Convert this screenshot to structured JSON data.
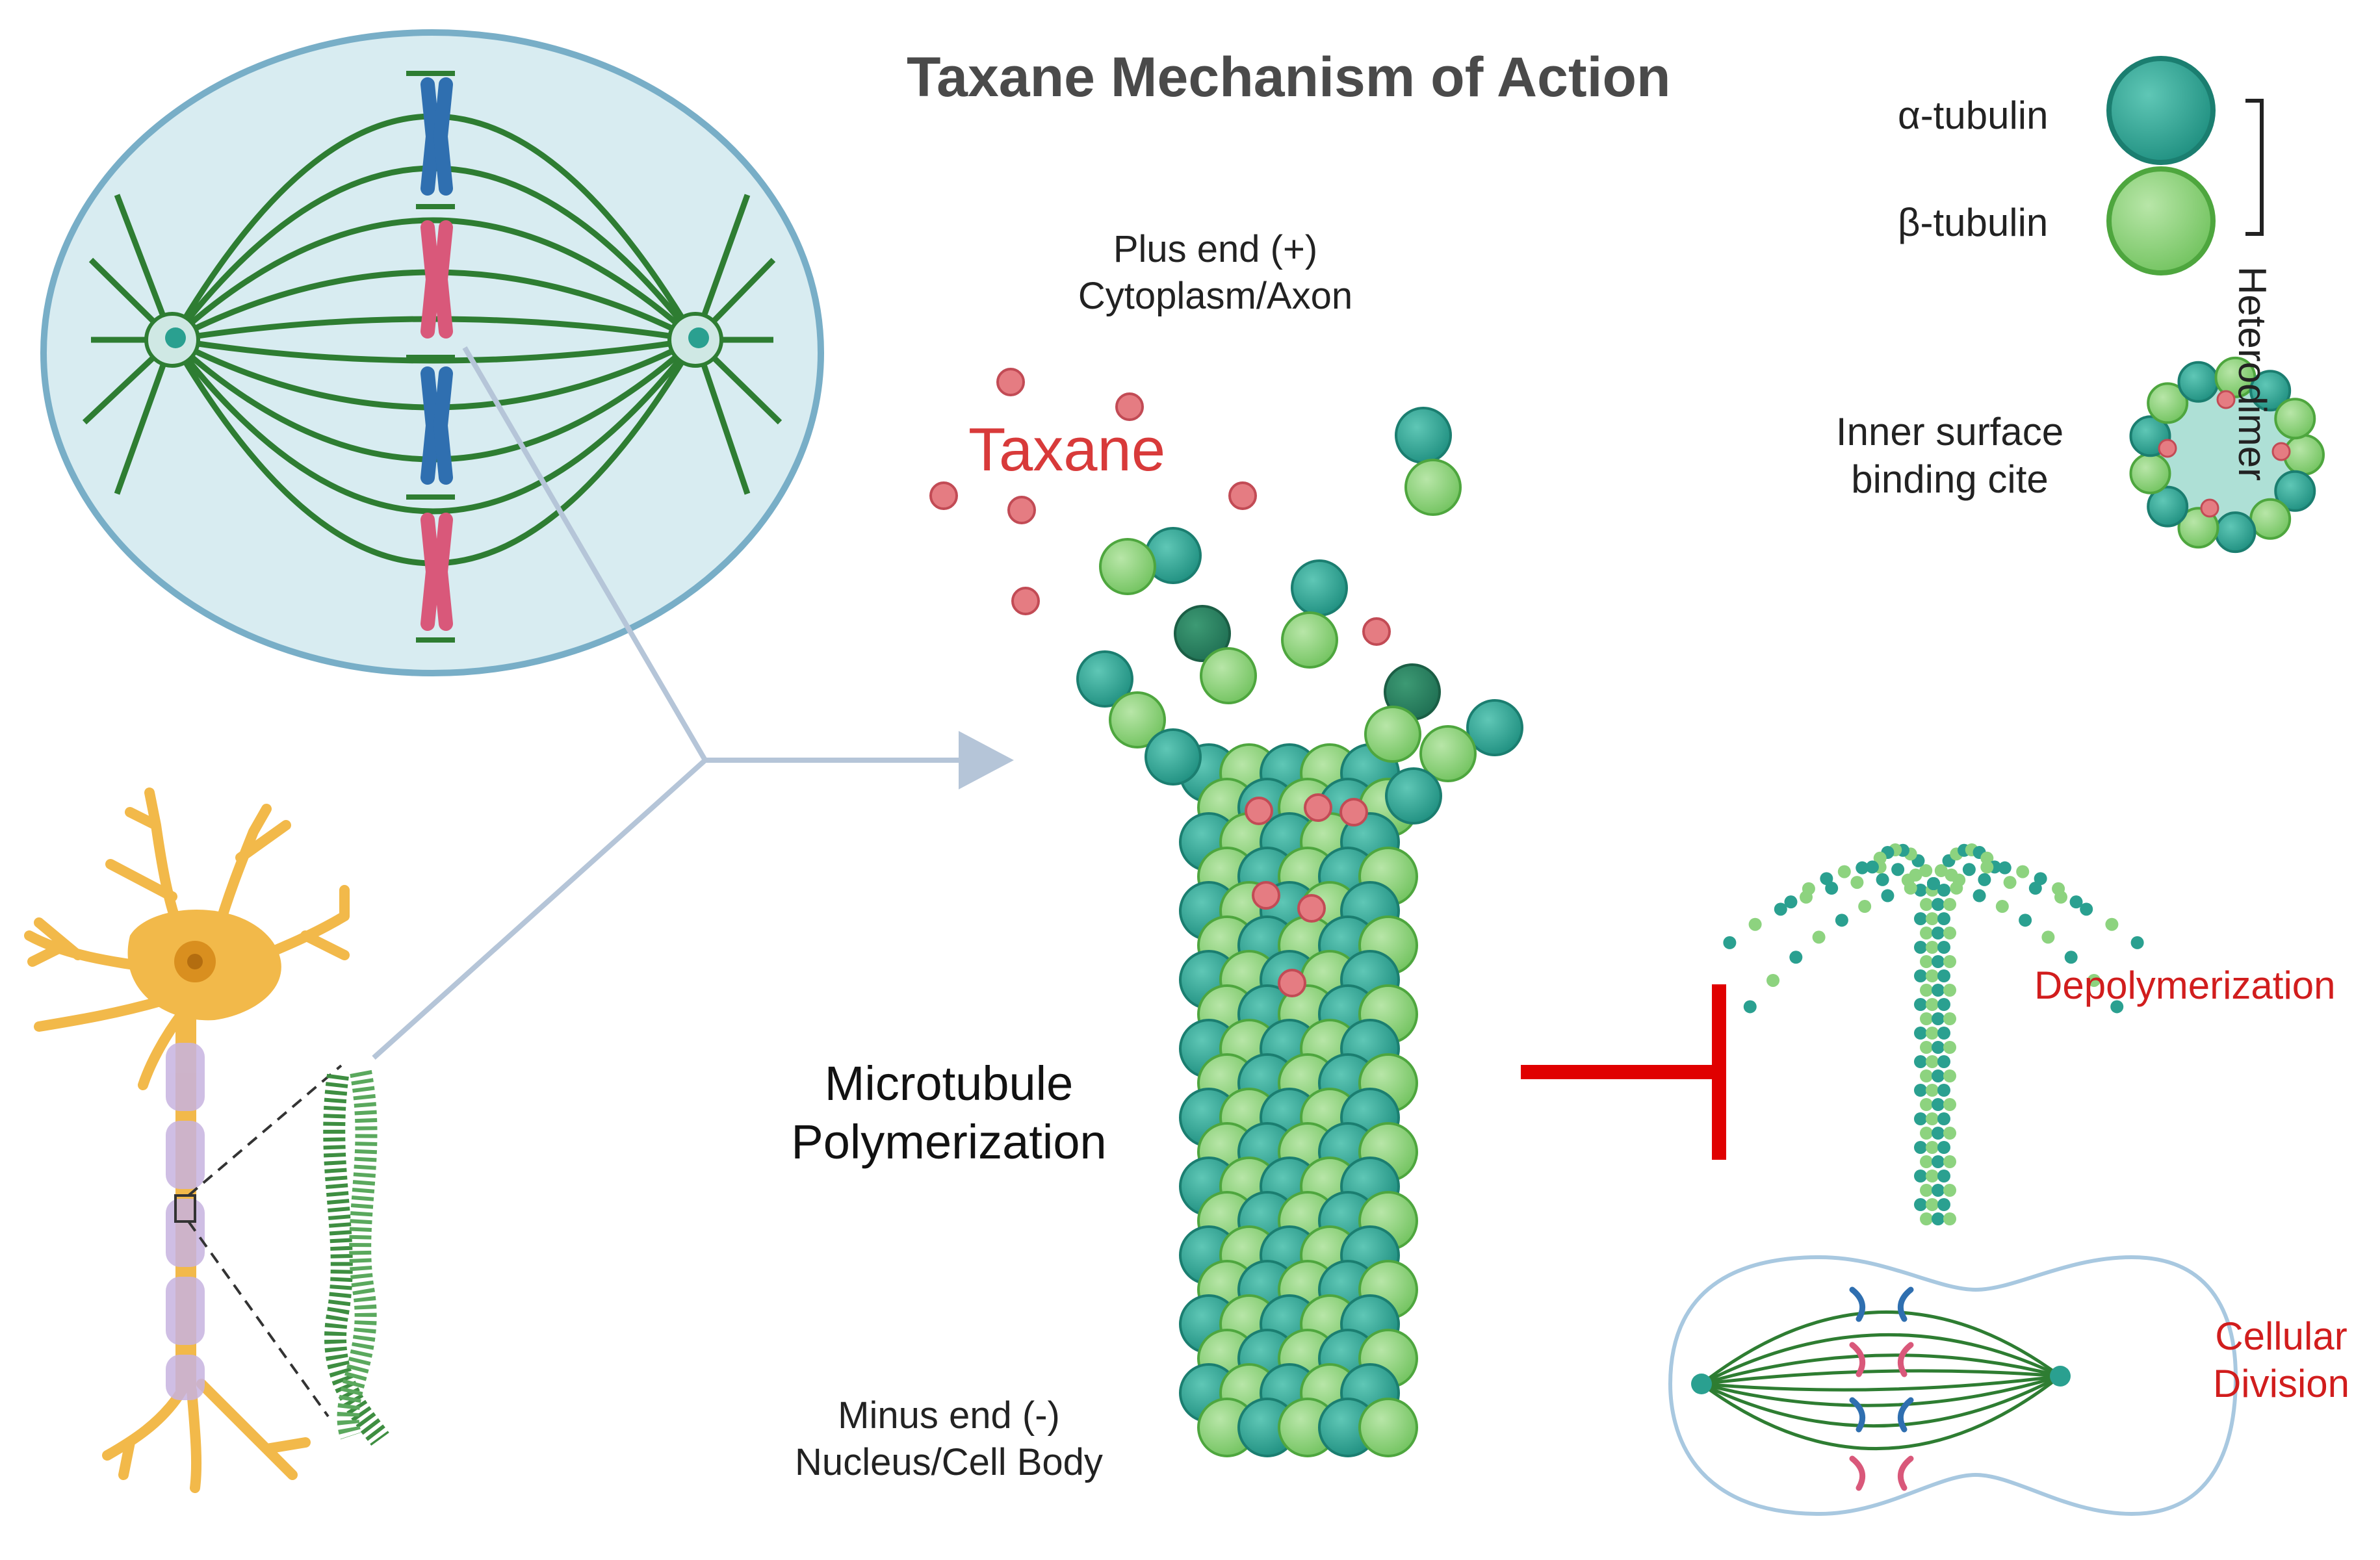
{
  "title": "Taxane Mechanism of Action",
  "plus_end": {
    "line1": "Plus end (+)",
    "line2": "Cytoplasm/Axon"
  },
  "taxane_label": "Taxane",
  "legend": {
    "alpha": "α-tubulin",
    "beta": "β-tubulin",
    "heterodimer": "Heterodimer",
    "inner_line1": "Inner surface",
    "inner_line2": "binding cite"
  },
  "microtubule": {
    "line1": "Microtubule",
    "line2": "Polymerization"
  },
  "minus_end": {
    "line1": "Minus end (-)",
    "line2": "Nucleus/Cell Body"
  },
  "outcomes": {
    "depolymerization": "Depolymerization",
    "cellular_line1": "Cellular",
    "cellular_line2": "Division"
  },
  "colors": {
    "alpha_tubulin": "#2aa090",
    "beta_tubulin": "#8dd37f",
    "taxane": "#e57c82",
    "spindle": "#2e7d32",
    "cell_fill": "#d8ecf1",
    "cell_border": "#78aec7",
    "chromosome_blue": "#2f6fb0",
    "chromosome_pink": "#d9587a",
    "neuron": "#f2b94a",
    "inhibition": "#e00000",
    "title": "#4a4a4a",
    "red_text": "#d11d1d"
  }
}
